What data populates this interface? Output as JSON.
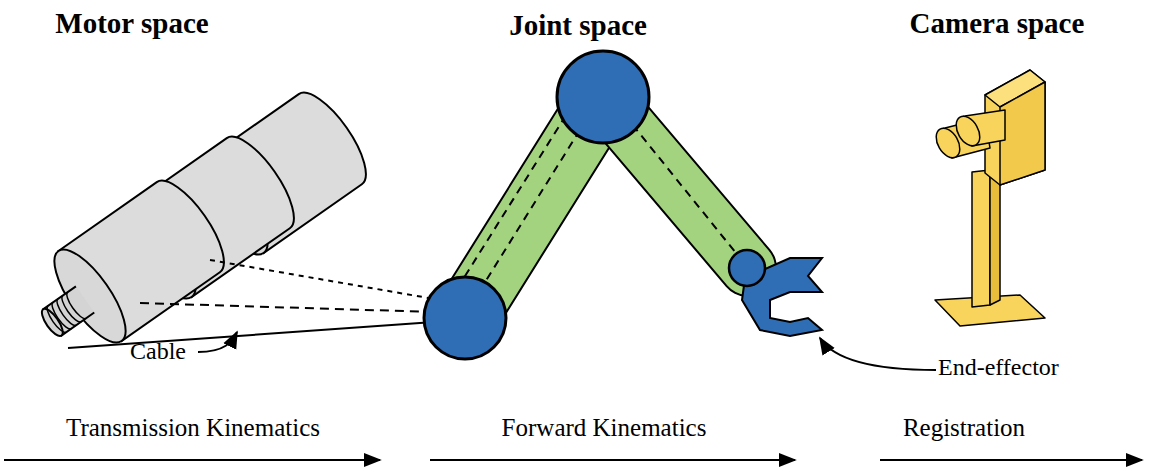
{
  "diagram": {
    "labels": [
      "Motor space",
      "Joint space",
      "Camera space",
      "Cable",
      "End-effector",
      "Transmission Kinematics",
      "Forward Kinematics",
      "Registration"
    ]
  }
}
